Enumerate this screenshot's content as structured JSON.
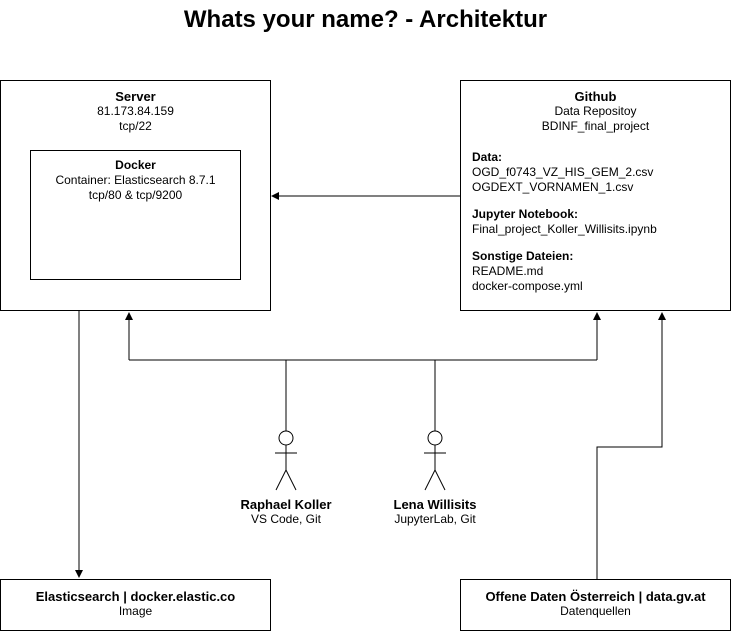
{
  "title": "Whats your name? - Architektur",
  "server": {
    "heading": "Server",
    "ip": "81.173.84.159",
    "port": "tcp/22",
    "docker": {
      "heading": "Docker",
      "container": "Container: Elasticsearch 8.7.1",
      "ports": "tcp/80 & tcp/9200"
    }
  },
  "github": {
    "heading": "Github",
    "line1": "Data Repositoy",
    "line2": "BDINF_final_project",
    "data_heading": "Data:",
    "data_files": [
      "OGD_f0743_VZ_HIS_GEM_2.csv",
      "OGDEXT_VORNAMEN_1.csv"
    ],
    "notebook_heading": "Jupyter Notebook:",
    "notebook_file": "Final_project_Koller_Willisits.ipynb",
    "other_heading": "Sonstige Dateien:",
    "other_files": [
      "README.md",
      "docker-compose.yml"
    ]
  },
  "people": [
    {
      "name": "Raphael Koller",
      "tools": "VS Code, Git"
    },
    {
      "name": "Lena Willisits",
      "tools": "JupyterLab, Git"
    }
  ],
  "elasticsearch": {
    "heading": "Elasticsearch | docker.elastic.co",
    "sub": "Image"
  },
  "opendata": {
    "heading": "Offene Daten Österreich | data.gv.at",
    "sub": "Datenquellen"
  }
}
